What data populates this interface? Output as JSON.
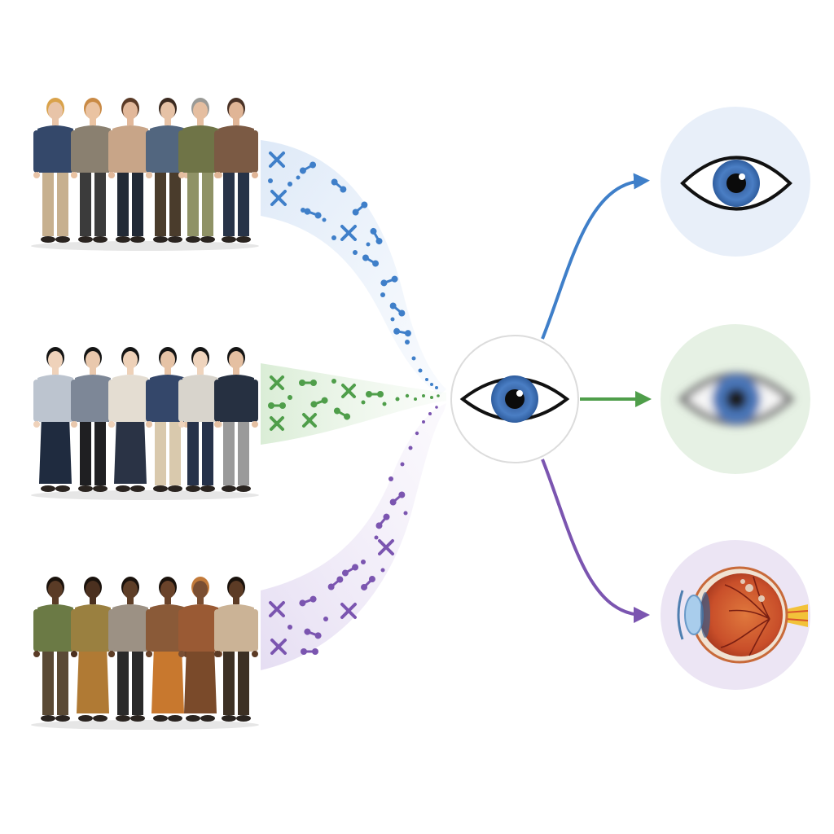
{
  "diagram": {
    "populations": [
      {
        "id": "population-group-1",
        "color": "#3f7fc9",
        "band_color": "#e3edf9"
      },
      {
        "id": "population-group-2",
        "color": "#4f9e4a",
        "band_color": "#e4f1e1"
      },
      {
        "id": "population-group-3",
        "color": "#7b55b0",
        "band_color": "#ebe4f4"
      }
    ],
    "outcomes": [
      {
        "id": "outcome-normal-eye",
        "icon": "normal-eye-icon",
        "bg_color": "#e8eff9",
        "arrow_color": "#3f7fc9"
      },
      {
        "id": "outcome-blurred-vision",
        "icon": "blurred-eye-icon",
        "bg_color": "#e6f1e4",
        "arrow_color": "#4f9e4a"
      },
      {
        "id": "outcome-retinal-disease",
        "icon": "eyeball-cross-section-icon",
        "bg_color": "#ece5f4",
        "arrow_color": "#7b55b0"
      }
    ],
    "center": {
      "icon": "central-eye-icon",
      "iris_color": "#3f6fb5"
    }
  }
}
